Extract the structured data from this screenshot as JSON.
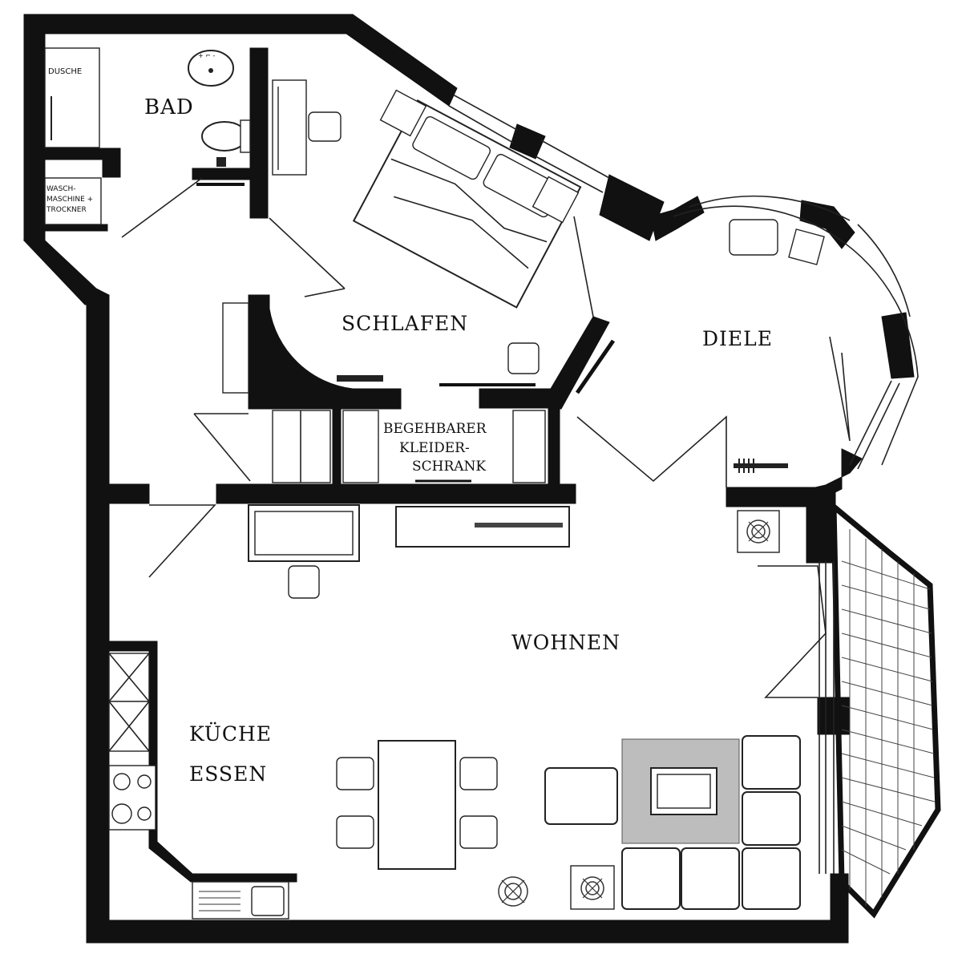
{
  "rooms": {
    "bad": "BAD",
    "dusche": "DUSCHE",
    "wasch_line1": "WASCH-",
    "wasch_line2": "MASCHINE +",
    "wasch_line3": "TROCKNER",
    "schlafen": "SCHLAFEN",
    "diele": "DIELE",
    "kleider_line1": "BEGEHBARER",
    "kleider_line2": "KLEIDER-",
    "kleider_line3": "SCHRANK",
    "wohnen": "WOHNEN",
    "kueche_line1": "KÜCHE",
    "kueche_line2": "ESSEN"
  },
  "colors": {
    "wall": "#111111",
    "rug": "#bdbdbd",
    "background": "#ffffff"
  },
  "icons": [
    "plant-icon"
  ]
}
